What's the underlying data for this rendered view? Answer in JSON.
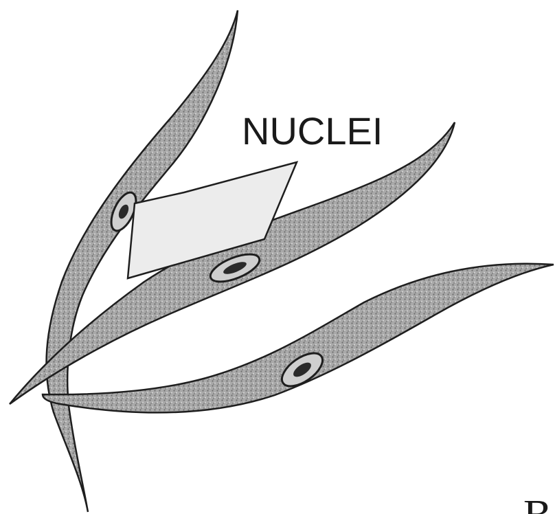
{
  "diagram": {
    "label": "NUCLEI",
    "corner_letter": "B",
    "colors": {
      "cell_fill": "#a9a9a9",
      "cell_outline": "#1e1e1e",
      "nucleus_fill": "#cfcfcf",
      "nucleolus_fill": "#2a2a2a",
      "pointer_fill": "#ececec",
      "background": "#ffffff"
    },
    "cells": [
      {
        "name": "upper-left-cell"
      },
      {
        "name": "middle-cell"
      },
      {
        "name": "lower-right-cell"
      }
    ]
  }
}
